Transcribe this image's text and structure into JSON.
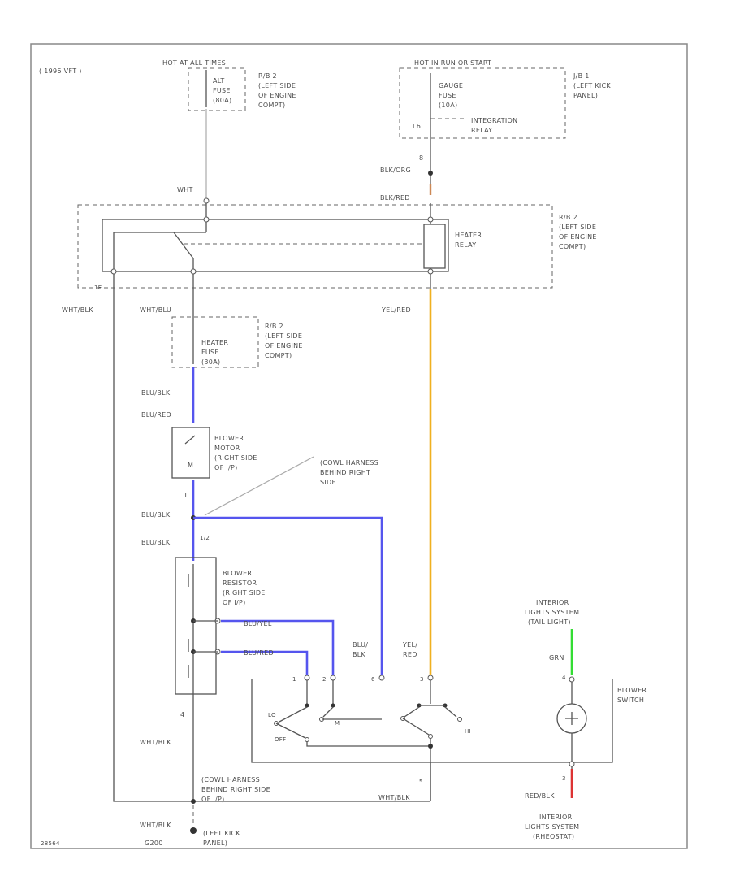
{
  "diagram": {
    "corner_label": "( 1996 VFT )",
    "footer_code": "28564",
    "top_left": {
      "source": "HOT AT ALL TIMES",
      "fuse": [
        "ALT",
        "FUSE",
        "(80A)"
      ],
      "location": [
        "R/B 2",
        "(LEFT SIDE",
        "OF ENGINE",
        "COMPT)"
      ],
      "wire": "WHT"
    },
    "top_right": {
      "source": "HOT IN RUN OR START",
      "fuse": [
        "GAUGE",
        "FUSE",
        "(10A)"
      ],
      "relay": [
        "INTEGRATION",
        "RELAY"
      ],
      "relay_pin": "L6",
      "location": [
        "J/B 1",
        "(LEFT KICK",
        "PANEL)"
      ],
      "pin": "8",
      "wire_top": "BLK/ORG",
      "wire_bottom": "BLK/RED"
    },
    "heater_relay": {
      "label": [
        "HEATER",
        "RELAY"
      ],
      "location": [
        "R/B 2",
        "(LEFT SIDE",
        "OF ENGINE",
        "COMPT)"
      ],
      "pin_left": "1E",
      "wire_left": "WHT/BLK",
      "wire_mid": "WHT/BLU",
      "wire_right": "YEL/RED"
    },
    "heater_fuse": {
      "label": [
        "HEATER",
        "FUSE",
        "(30A)"
      ],
      "location": [
        "R/B 2",
        "(LEFT SIDE",
        "OF ENGINE",
        "COMPT)"
      ],
      "wire_out": "BLU/BLK",
      "wire_in": "BLU/RED"
    },
    "blower_motor": {
      "label": [
        "BLOWER",
        "MOTOR",
        "(RIGHT SIDE",
        "OF I/P)"
      ],
      "symbol": "M",
      "pin": "1"
    },
    "cowl_harness_top": {
      "label": [
        "(COWL HARNESS",
        "BEHIND RIGHT",
        "SIDE"
      ]
    },
    "blower_resistor": {
      "label": [
        "BLOWER",
        "RESISTOR",
        "(RIGHT SIDE",
        "OF I/P)"
      ],
      "wire_in": "BLU/BLK",
      "wire_in_top": "BLU/BLK",
      "pin_top": "1/2",
      "wire_a": "BLU/YEL",
      "wire_b": "BLU/RED",
      "pin_bottom": "4"
    },
    "blower_switch": {
      "label": [
        "BLOWER",
        "SWITCH"
      ],
      "terminals": [
        "1",
        "2",
        "6",
        "3"
      ],
      "lo": "LO",
      "m": "M",
      "hi": "HI",
      "off": "OFF",
      "wire_mid_label": [
        "BLU/",
        "BLK"
      ],
      "wire_yel_label": [
        "YEL/",
        "RED"
      ]
    },
    "interior_lights_top": {
      "label": [
        "INTERIOR",
        "LIGHTS SYSTEM",
        "(TAIL LIGHT)"
      ],
      "wire": "GRN",
      "pin": "4"
    },
    "interior_lights_bottom": {
      "label": [
        "INTERIOR",
        "LIGHTS SYSTEM",
        "(RHEOSTAT)"
      ],
      "wire": "RED/BLK",
      "pin": "3"
    },
    "ground": {
      "harness": [
        "(COWL HARNESS",
        "BEHIND RIGHT SIDE",
        "OF I/P)"
      ],
      "wire_left": "WHT/BLK",
      "wire_right": "WHT/BLK",
      "wire_ground": "WHT/BLK",
      "pin": "5",
      "ground_id": "G200",
      "ground_loc": [
        "(LEFT KICK",
        "PANEL)"
      ],
      "left_wire": "WHT/BLK"
    }
  }
}
